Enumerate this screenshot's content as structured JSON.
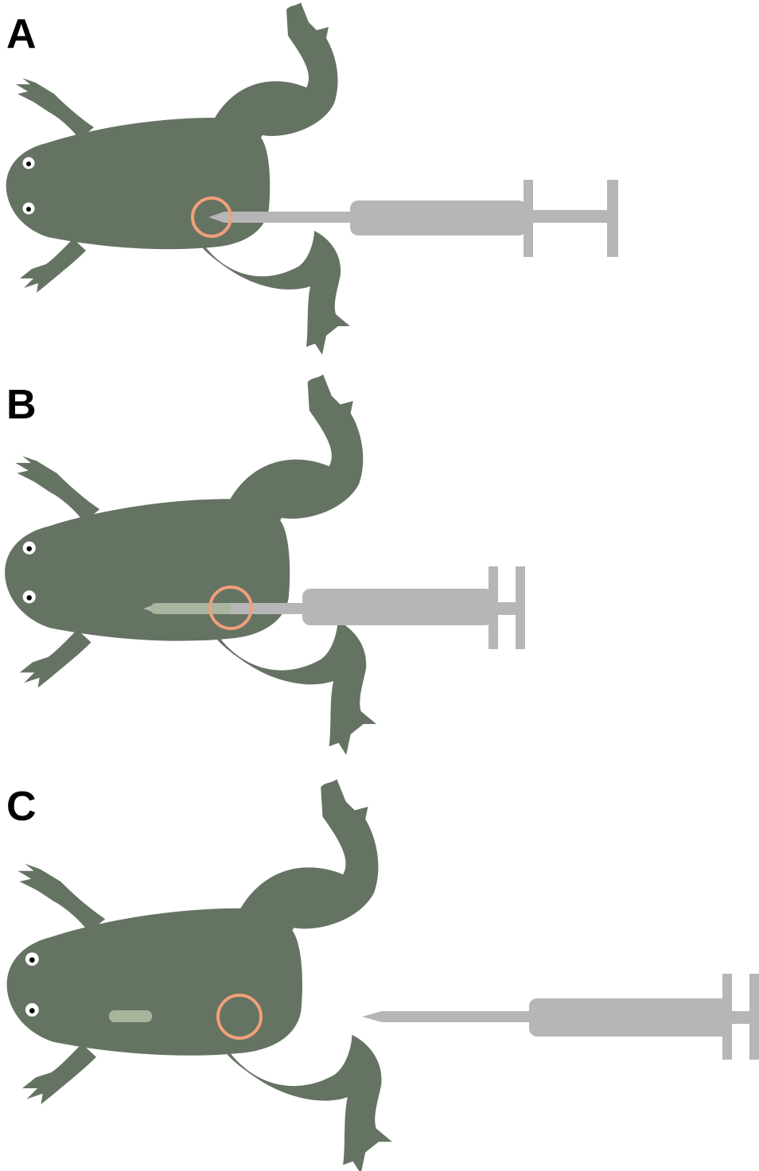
{
  "colors": {
    "frog": "#657363",
    "syringe": "#b6b6b8",
    "injection_site": "#f0a07a",
    "implant": "#a6b59c",
    "eye_white": "#ffffff",
    "pupil": "#000000",
    "label": "#000000"
  },
  "panels": [
    {
      "label": "A",
      "syringe_state": "needle-inserted",
      "implant_state": "none"
    },
    {
      "label": "B",
      "syringe_state": "injecting",
      "implant_state": "in-needle"
    },
    {
      "label": "C",
      "syringe_state": "withdrawn",
      "implant_state": "deposited"
    }
  ]
}
